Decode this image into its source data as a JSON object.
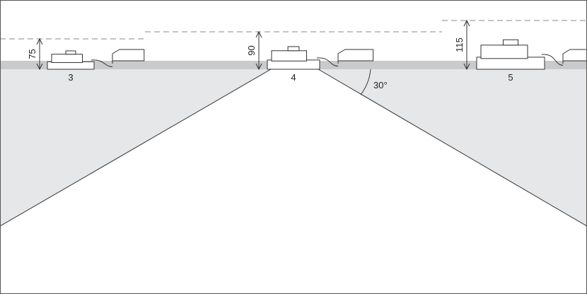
{
  "fixtures": [
    {
      "label": "3",
      "height": "75"
    },
    {
      "label": "4",
      "height": "90"
    },
    {
      "label": "5",
      "height": "115"
    }
  ],
  "angle_label": "30°",
  "colors": {
    "band": "#c9cacc",
    "shade": "#e6e7e8",
    "line": "#333333",
    "dash": "#888888"
  }
}
